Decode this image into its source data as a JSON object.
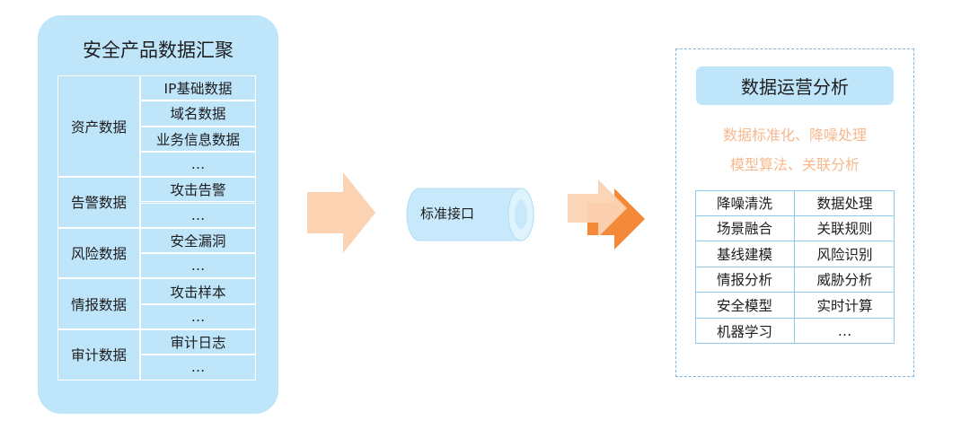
{
  "aggregation": {
    "title": "安全产品数据汇聚",
    "groups": [
      {
        "category": "资产数据",
        "items": [
          "IP基础数据",
          "域名数据",
          "业务信息数据",
          "…"
        ]
      },
      {
        "category": "告警数据",
        "items": [
          "攻击告警",
          "…"
        ]
      },
      {
        "category": "风险数据",
        "items": [
          "安全漏洞",
          "…"
        ]
      },
      {
        "category": "情报数据",
        "items": [
          "攻击样本",
          "…"
        ]
      },
      {
        "category": "审计数据",
        "items": [
          "审计日志",
          "…"
        ]
      }
    ]
  },
  "interface": {
    "label": "标准接口"
  },
  "operations": {
    "title": "数据运营分析",
    "desc_line1": "数据标准化、降噪处理",
    "desc_line2": "模型算法、关联分析",
    "grid": [
      [
        "降噪清洗",
        "数据处理"
      ],
      [
        "场景融合",
        "关联规则"
      ],
      [
        "基线建模",
        "风险识别"
      ],
      [
        "情报分析",
        "威胁分析"
      ],
      [
        "安全模型",
        "实时计算"
      ],
      [
        "机器学习",
        "…"
      ]
    ]
  },
  "colors": {
    "panel_blue": "#bfe5fb",
    "grid_border_blue": "#8fcaf0",
    "arrow_peach": "#fbd3b3",
    "arrow_orange": "#f5893a",
    "desc_orange": "#f7b88e"
  }
}
